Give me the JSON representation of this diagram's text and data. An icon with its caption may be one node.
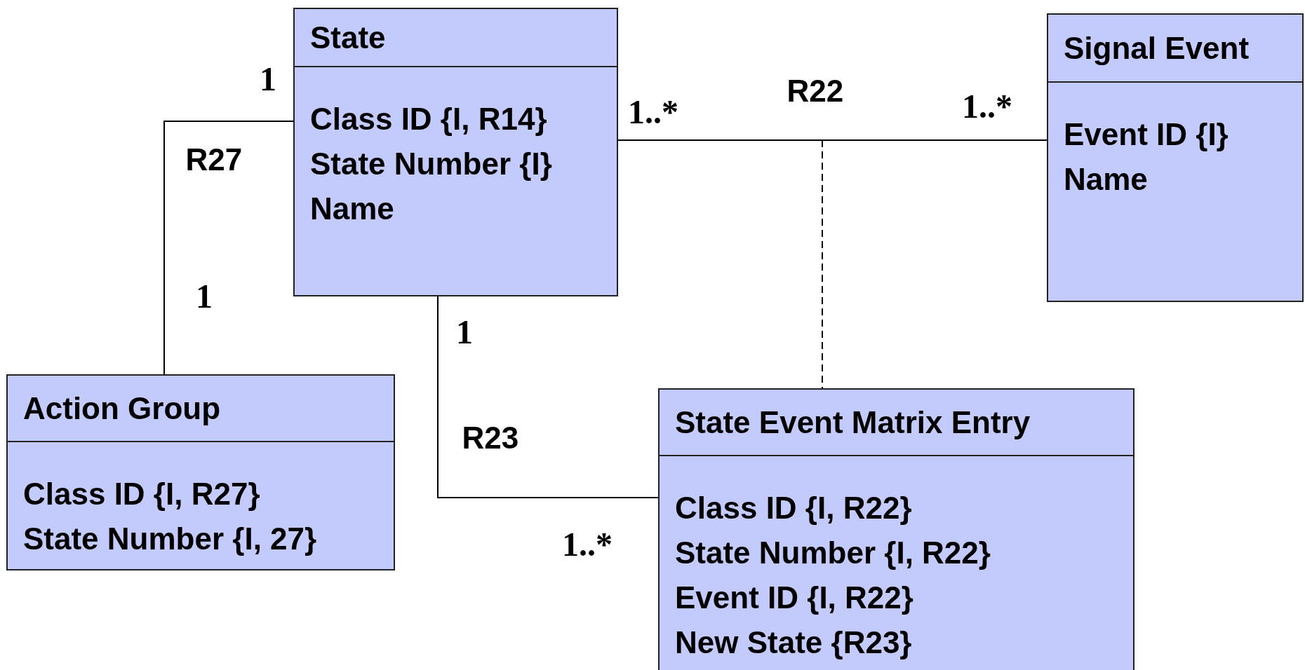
{
  "diagram": {
    "nodes": [
      {
        "text": [
          "State",
          "Class ID {I, R14}",
          "State Number {I}",
          "Name"
        ]
      },
      {
        "text": [
          "Signal Event",
          "Event ID {I}",
          "Name"
        ]
      },
      {
        "text": [
          "Action Group",
          "Class ID {I, R27}",
          "State Number {I, 27}"
        ]
      },
      {
        "text": [
          "State Event Matrix Entry",
          "Class ID {I, R22}",
          "State Number {I, R22}",
          "Event ID {I, R22}",
          "New State {R23}"
        ]
      }
    ],
    "edges": [
      {
        "from": 0,
        "to": 1,
        "arrow": "none",
        "label": "R22"
      },
      {
        "from": 0,
        "to": 2,
        "arrow": "none",
        "label": "R27"
      },
      {
        "from": 0,
        "to": 3,
        "arrow": "none",
        "label": "R23"
      },
      {
        "from": null,
        "to": 3,
        "arrow": "none",
        "style": "dashed"
      }
    ],
    "labels": [
      "1",
      "1..*",
      "1..*",
      "1",
      "1",
      "1..*"
    ]
  }
}
